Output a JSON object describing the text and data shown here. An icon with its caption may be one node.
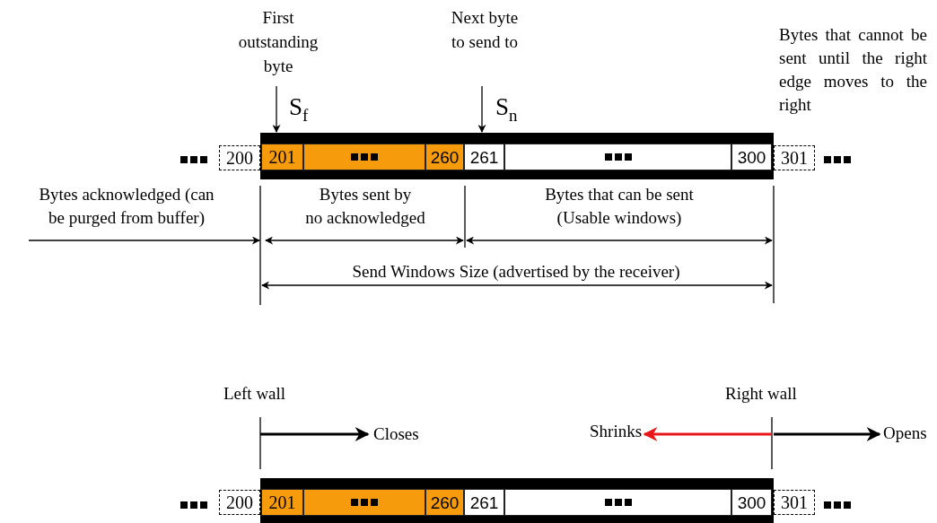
{
  "diagram": {
    "nodes": [
      {
        "text": [
          "First outstanding byte"
        ]
      },
      {
        "text": [
          "Next byte to send to"
        ]
      },
      {
        "text": [],
        "shape": "bar"
      },
      {
        "text": [
          "200"
        ]
      },
      {
        "text": [
          "201"
        ],
        "in": 2
      },
      {
        "text": [],
        "shape": "box",
        "in": 2
      },
      {
        "text": [
          "260"
        ],
        "in": 2
      },
      {
        "text": [
          "261"
        ],
        "in": 2
      },
      {
        "text": [],
        "shape": "box",
        "in": 2
      },
      {
        "text": [
          "300"
        ],
        "in": 2
      },
      {
        "text": [
          "301"
        ]
      },
      {
        "text": [],
        "shape": "bar"
      },
      {
        "text": [
          "200"
        ]
      },
      {
        "text": [
          "201"
        ],
        "in": 11
      },
      {
        "text": [],
        "shape": "box",
        "in": 11
      },
      {
        "text": [
          "260"
        ],
        "in": 11
      },
      {
        "text": [
          "261"
        ],
        "in": 11
      },
      {
        "text": [],
        "shape": "box",
        "in": 11
      },
      {
        "text": [
          "300"
        ],
        "in": 11
      },
      {
        "text": [
          "301"
        ]
      }
    ],
    "edges": [
      {
        "from": 0,
        "to": 4,
        "arrow": "to"
      },
      {
        "from": 1,
        "to": 7,
        "arrow": "to"
      }
    ],
    "labels": [
      "S$_{f}$",
      "S$_{n}$",
      "Bytes that cannot be sent until the right edge moves to the right",
      "Bytes acknowledged (can be purged from buffer)",
      "Bytes sent by no acknowledged",
      "Bytes that can be sent (Usable windows)",
      "Send Windows Size (advertised by the receiver)",
      "Left wall",
      "Right wall",
      "Closes",
      "Shrinks",
      "Opens"
    ]
  }
}
